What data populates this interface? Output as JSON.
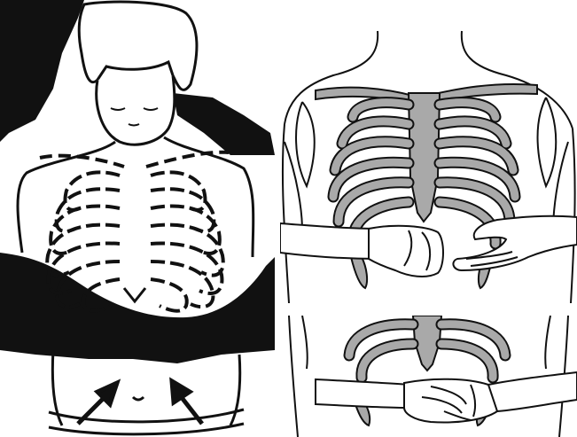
{
  "figure": {
    "panels": [
      {
        "id": "left",
        "depicts": "person-chest-with-dashed-ribcage"
      },
      {
        "id": "right-top",
        "depicts": "ribcage-fist-below-sternum"
      },
      {
        "id": "right-bottom",
        "depicts": "ribcage-hands-clasped"
      }
    ],
    "colors": {
      "ink": "#111111",
      "bone_fill": "#a9a9a9",
      "background": "#ffffff"
    }
  }
}
